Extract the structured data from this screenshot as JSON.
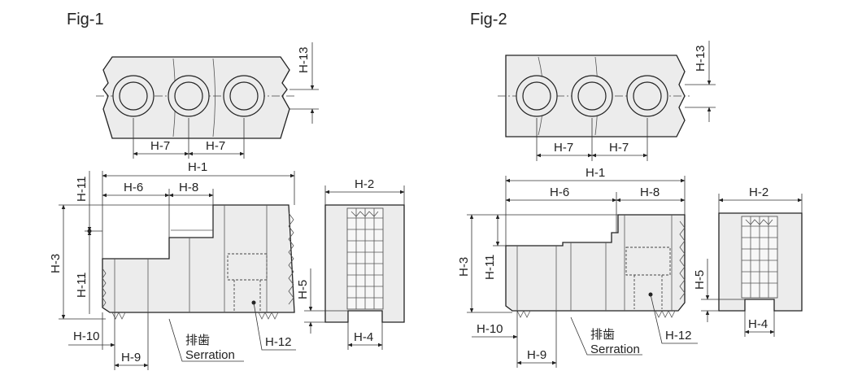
{
  "figures": [
    {
      "title": "Fig-1",
      "labels": {
        "h1": "H-1",
        "h2": "H-2",
        "h3": "H-3",
        "h4": "H-4",
        "h5": "H-5",
        "h6": "H-6",
        "h7a": "H-7",
        "h7b": "H-7",
        "h8": "H-8",
        "h9": "H-9",
        "h10": "H-10",
        "h11a": "H-11",
        "h11b": "H-11",
        "h12": "H-12",
        "h13": "H-13",
        "serration_jp": "排歯",
        "serration_en": "Serration"
      }
    },
    {
      "title": "Fig-2",
      "labels": {
        "h1": "H-1",
        "h2": "H-2",
        "h3": "H-3",
        "h4": "H-4",
        "h5": "H-5",
        "h6": "H-6",
        "h7a": "H-7",
        "h7b": "H-7",
        "h8": "H-8",
        "h9": "H-9",
        "h10": "H-10",
        "h11": "H-11",
        "h12": "H-12",
        "h13": "H-13",
        "serration_jp": "排歯",
        "serration_en": "Serration"
      }
    }
  ]
}
